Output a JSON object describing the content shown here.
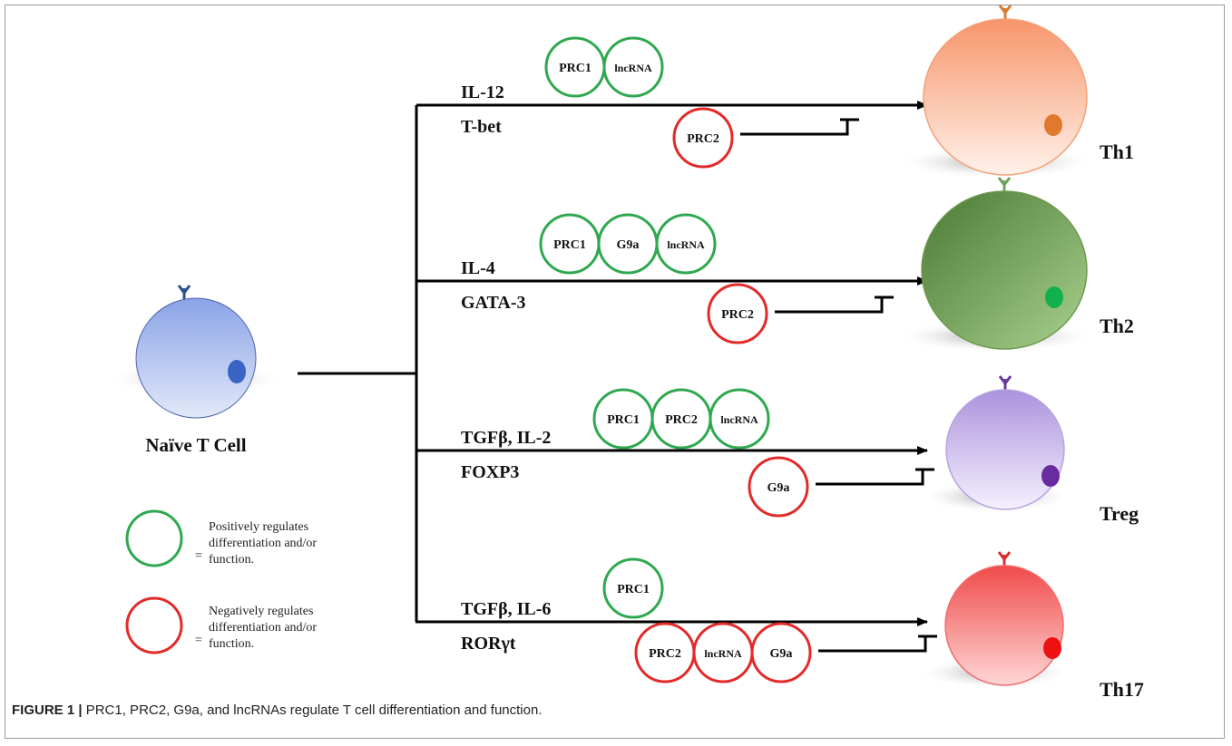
{
  "naive_cell": {
    "label": "Naïve T Cell",
    "color": "#7f97e0"
  },
  "legend": {
    "positive": {
      "symbol": "=",
      "text_lines": [
        "Positively regulates",
        "differentiation and/or",
        "function."
      ],
      "color": "#2fa84f"
    },
    "negative": {
      "symbol": "=",
      "text_lines": [
        "Negatively regulates",
        "differentiation and/or",
        "function."
      ],
      "color": "#e32a2a"
    }
  },
  "pathways": [
    {
      "id": "th1",
      "signal": "IL-12",
      "factor": "T-bet",
      "positive_regulators": [
        "PRC1",
        "lncRNA"
      ],
      "negative_regulators": [
        "PRC2"
      ],
      "target": "Th1",
      "cell_color": "#f4a07a",
      "nucleus_color": "#e0782e",
      "receptor_color": "#d97a2e"
    },
    {
      "id": "th2",
      "signal": "IL-4",
      "factor": "GATA-3",
      "positive_regulators": [
        "PRC1",
        "G9a",
        "lncRNA"
      ],
      "negative_regulators": [
        "PRC2"
      ],
      "target": "Th2",
      "cell_color": "#6d9a4e",
      "nucleus_color": "#12b04c",
      "receptor_color": "#6fa35a"
    },
    {
      "id": "treg",
      "signal": "TGFβ, IL-2",
      "factor": "FOXP3",
      "positive_regulators": [
        "PRC1",
        "PRC2",
        "lncRNA"
      ],
      "negative_regulators": [
        "G9a"
      ],
      "target": "Treg",
      "cell_color": "#b9a4e0",
      "nucleus_color": "#6a2aa0",
      "receptor_color": "#6a3a9a"
    },
    {
      "id": "th17",
      "signal": "TGFβ,  IL-6",
      "factor": "RORγt",
      "positive_regulators": [
        "PRC1"
      ],
      "negative_regulators": [
        "PRC2",
        "lncRNA",
        "G9a"
      ],
      "target": "Th17",
      "cell_color": "#f26c6c",
      "nucleus_color": "#ee1111",
      "receptor_color": "#d83030"
    }
  ],
  "caption": {
    "label": "FIGURE 1 |",
    "text": " PRC1, PRC2, G9a, and lncRNAs regulate T cell differentiation and function."
  }
}
